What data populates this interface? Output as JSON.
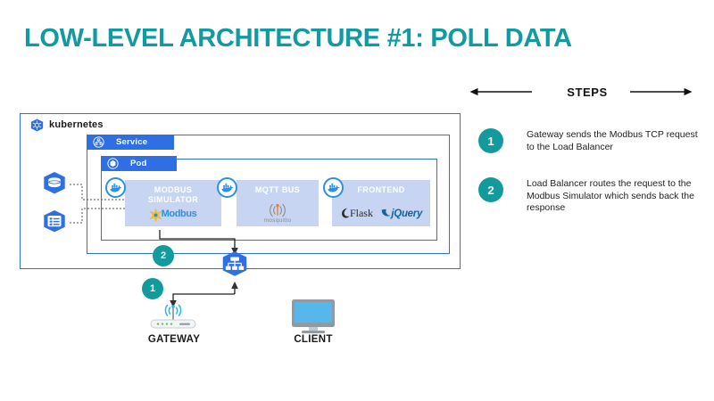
{
  "slide": {
    "title": "LOW-LEVEL ARCHITECTURE #1: POLL DATA",
    "title_color": "#119aa0",
    "accent_blue": "#2f6fe4",
    "card_fill": "#c7d5f2",
    "teal": "#139a9c"
  },
  "architecture": {
    "cluster": {
      "label": "kubernetes",
      "logo_icon": "kubernetes-helm-icon"
    },
    "service": {
      "label": "Service",
      "icon": "service-icon"
    },
    "pod": {
      "label": "Pod",
      "icon": "pod-icon"
    },
    "resources": [
      {
        "name": "volume",
        "icon": "persistent-volume-icon"
      },
      {
        "name": "configmap",
        "icon": "configmap-icon"
      }
    ],
    "containers": [
      {
        "title": "MODBUS SIMULATOR",
        "title_line1": "MODBUS",
        "title_line2": "SIMULATOR",
        "badge_icon": "docker-whale-icon",
        "logo": "Modbus",
        "logo_kind": "modbus-logo"
      },
      {
        "title": "MQTT BUS",
        "title_line1": "MQTT BUS",
        "title_line2": "",
        "badge_icon": "docker-whale-icon",
        "logo": "mosquitto",
        "logo_kind": "mosquitto-logo"
      },
      {
        "title": "FRONTEND",
        "title_line1": "FRONTEND",
        "title_line2": "",
        "badge_icon": "docker-whale-icon",
        "logo": "Flask jQuery",
        "logo_kind": "flask-jquery-logo",
        "flask_label": "Flask",
        "jquery_label": "jQuery"
      }
    ],
    "load_balancer": {
      "icon": "load-balancer-icon",
      "name": "load-balancer"
    },
    "devices": [
      {
        "label": "GATEWAY",
        "icon": "wifi-router-icon"
      },
      {
        "label": "CLIENT",
        "icon": "desktop-monitor-icon"
      }
    ],
    "flow_markers": [
      {
        "number": "1"
      },
      {
        "number": "2"
      }
    ]
  },
  "steps_panel": {
    "header": "STEPS",
    "steps": [
      {
        "number": "1",
        "text": "Gateway sends the Modbus TCP request to the Load Balancer"
      },
      {
        "number": "2",
        "text": "Load Balancer routes the request to the Modbus Simulator which sends back the response"
      }
    ]
  }
}
